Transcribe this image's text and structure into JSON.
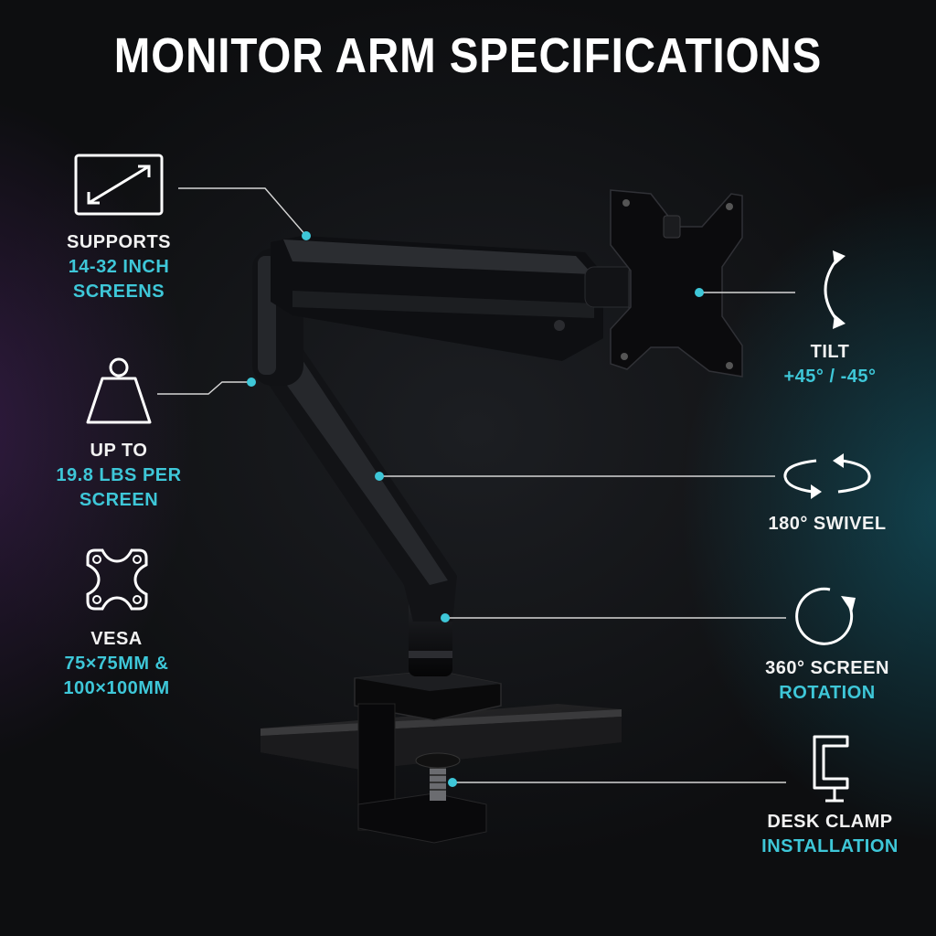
{
  "title": "MONITOR ARM SPECIFICATIONS",
  "accent_color": "#3ec7d8",
  "features": {
    "supports": {
      "icon": "diagonal-screen-icon",
      "label": "SUPPORTS",
      "value": "14-32 INCH SCREENS"
    },
    "weight": {
      "icon": "weight-icon",
      "label": "UP TO",
      "value": "19.8 LBS PER SCREEN"
    },
    "vesa": {
      "icon": "vesa-plate-icon",
      "label": "VESA",
      "value": "75×75MM & 100×100MM"
    },
    "tilt": {
      "icon": "tilt-arrow-icon",
      "label": "TILT",
      "value": "+45° / -45°"
    },
    "swivel": {
      "icon": "swivel-arrows-icon",
      "label": "180° SWIVEL"
    },
    "rotation": {
      "icon": "rotation-arrow-icon",
      "label": "360° SCREEN",
      "label2": "ROTATION"
    },
    "clamp": {
      "icon": "desk-clamp-icon",
      "label": "DESK CLAMP",
      "value": "INSTALLATION"
    }
  }
}
